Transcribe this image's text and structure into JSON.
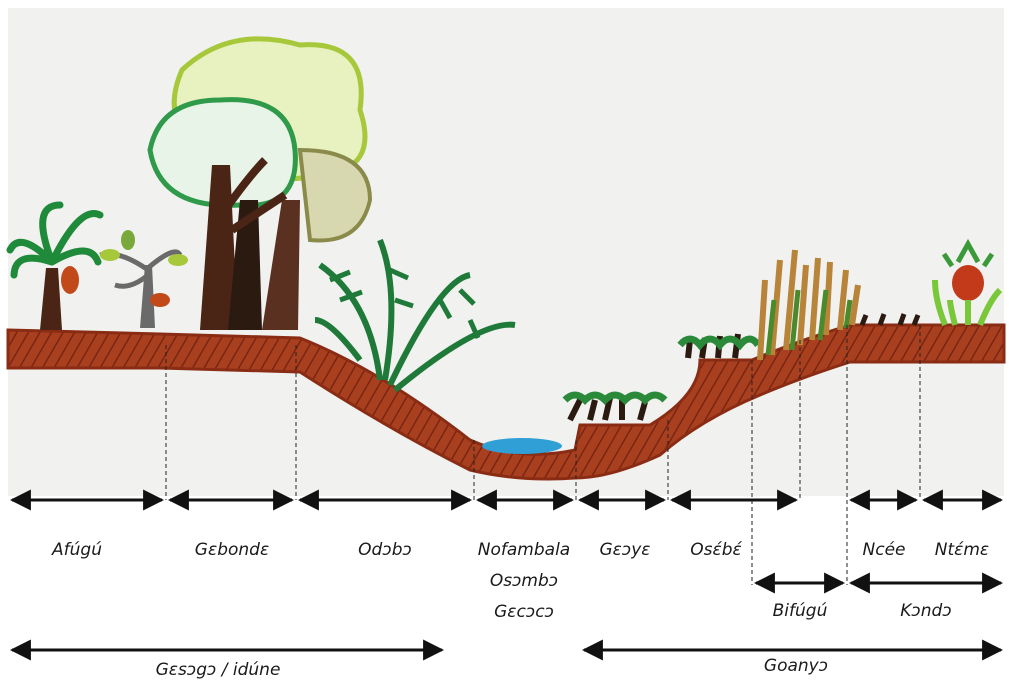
{
  "zones": {
    "afugu": "Afúgú",
    "gebonde": "Gɛbondɛ",
    "odobo": "Odɔbɔ",
    "nofambala": "Nofambala",
    "osombo": "Osɔmbɔ",
    "gecoco": "Gɛcɔcɔ",
    "geoye": "Gɛɔyɛ",
    "osebe": "Osέbέ",
    "ncee": "Ncée",
    "nteme": "Ntέmɛ",
    "bifugu": "Bifúgú",
    "kondo": "Kɔndɔ"
  },
  "groups": {
    "gesogo": "Gɛsɔgɔ / idúne",
    "goanyo": "Goanyɔ"
  },
  "colors": {
    "soil": "#a63a1e",
    "soil_dark": "#7a2412",
    "sky": "#f0f0ee",
    "water": "#2f9fd6",
    "foliage_dark": "#1f7a3a",
    "foliage_light": "#a6c83a",
    "trunk": "#4a2414",
    "reeds": "#b8843a"
  },
  "icons": [
    "tree-icon",
    "palm-icon",
    "fern-icon",
    "shrub-icon",
    "reed-icon",
    "pineapple-icon",
    "water-icon"
  ]
}
